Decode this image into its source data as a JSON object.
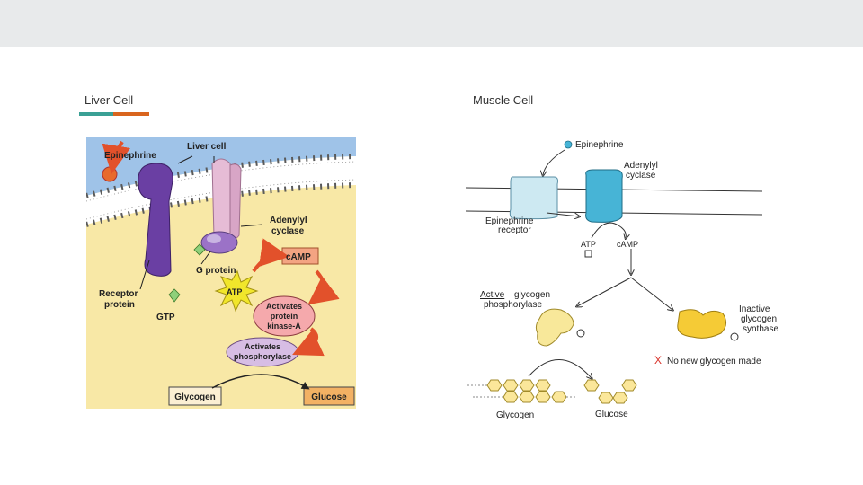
{
  "slide": {
    "left_heading": "Liver Cell",
    "right_heading": "Muscle Cell",
    "accent_colors": [
      "#3aa095",
      "#d9651e"
    ]
  },
  "liver_diagram": {
    "epinephrine": "Epinephrine",
    "liver_cell": "Liver cell",
    "adenylyl_cyclase_line1": "Adenylyl",
    "adenylyl_cyclase_line2": "cyclase",
    "camp": "cAMP",
    "g_protein": "G protein",
    "atp": "ATP",
    "receptor_protein_line1": "Receptor",
    "receptor_protein_line2": "protein",
    "gtp": "GTP",
    "pka_line1": "Activates",
    "pka_line2": "protein",
    "pka_line3": "kinase-A",
    "phos_line1": "Activates",
    "phos_line2": "phosphorylase",
    "glycogen": "Glycogen",
    "glucose": "Glucose"
  },
  "muscle_diagram": {
    "epinephrine": "Epinephrine",
    "adenylyl_cyclase_line1": "Adenylyl",
    "adenylyl_cyclase_line2": "cyclase",
    "epinephrine_receptor_line1": "Epinephrine",
    "epinephrine_receptor_line2": "receptor",
    "atp": "ATP",
    "camp": "cAMP",
    "active_word": "Active",
    "active_rest": "glycogen",
    "active_line2": "phosphorylase",
    "inactive_line1": "Inactive",
    "inactive_line2": "glycogen",
    "inactive_line3": "synthase",
    "no_glycogen_mark": "X",
    "no_glycogen_text": "No new glycogen made",
    "glycogen": "Glycogen",
    "glucose": "Glucose",
    "colors": {
      "receptor": "#cde9f2",
      "cyclase": "#47b4d6",
      "enzyme": "#f8e89a",
      "inactive_enzyme": "#f5cb36",
      "hexagon": "#fbe79a",
      "x_mark": "#d9342b"
    }
  }
}
